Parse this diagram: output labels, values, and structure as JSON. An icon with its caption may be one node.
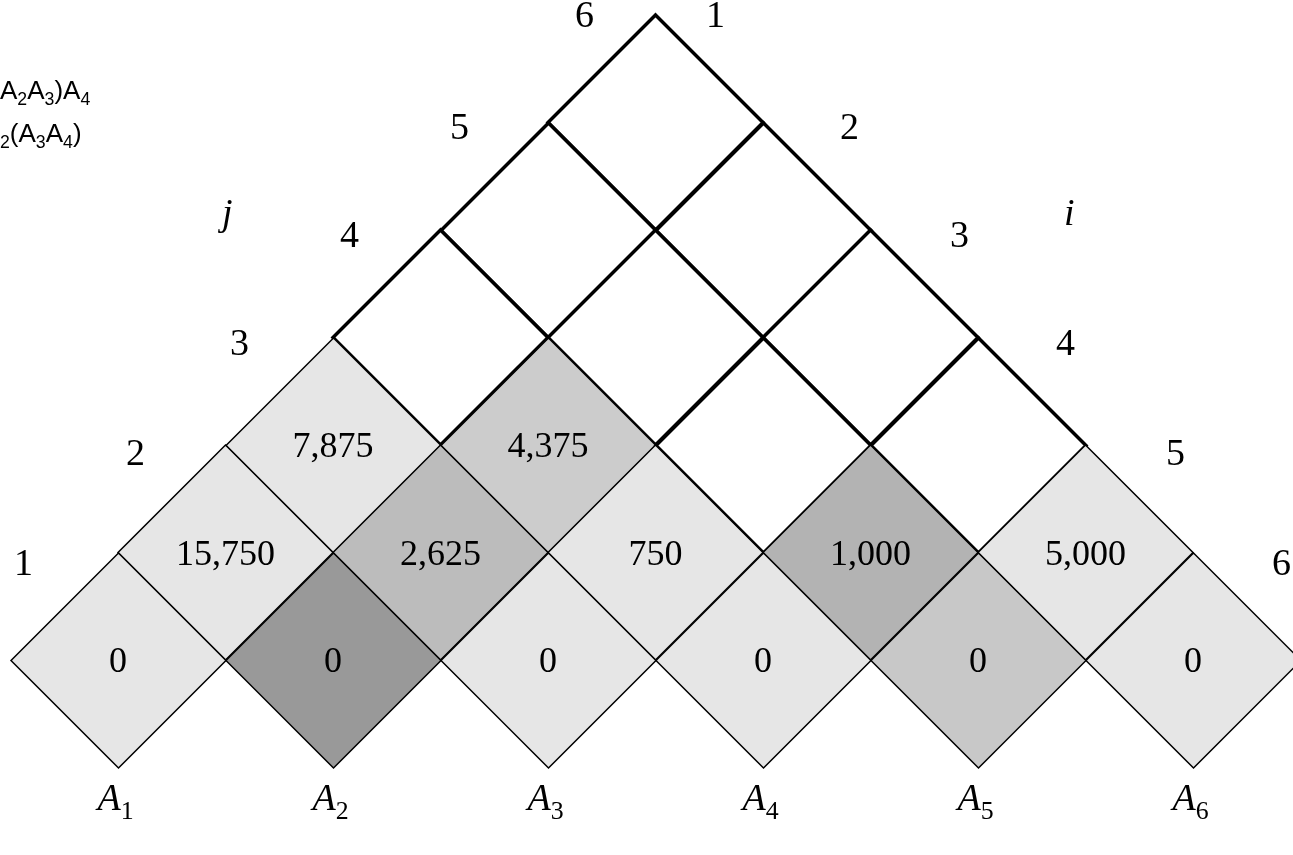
{
  "diagram": {
    "nodes": [
      {
        "text": [],
        "shape": "diamond"
      },
      {
        "text": [],
        "shape": "diamond"
      },
      {
        "text": [],
        "shape": "diamond"
      },
      {
        "text": [],
        "shape": "diamond"
      },
      {
        "text": [],
        "shape": "diamond"
      },
      {
        "text": [],
        "shape": "diamond"
      },
      {
        "text": [
          "7,875"
        ]
      },
      {
        "text": [
          "4,375"
        ]
      },
      {
        "text": [],
        "shape": "diamond"
      },
      {
        "text": [],
        "shape": "diamond"
      },
      {
        "text": [
          "15,750"
        ]
      },
      {
        "text": [
          "2,625"
        ]
      },
      {
        "text": [
          "750"
        ]
      },
      {
        "text": [
          "1,000"
        ]
      },
      {
        "text": [
          "5,000"
        ]
      },
      {
        "text": [
          "0"
        ],
        "beside": [
          "A$_{1}$"
        ]
      },
      {
        "text": [
          "0"
        ],
        "beside": [
          "A$_{2}$"
        ]
      },
      {
        "text": [
          "0"
        ],
        "beside": [
          "A$_{3}$"
        ]
      },
      {
        "text": [
          "0"
        ],
        "beside": [
          "A$_{4}$"
        ]
      },
      {
        "text": [
          "0"
        ],
        "beside": [
          "A$_{5}$"
        ]
      },
      {
        "text": [
          "0"
        ],
        "beside": [
          "A$_{6}$"
        ]
      }
    ],
    "edges": [],
    "labels": [
      "6",
      "1",
      "A$_{2}$A$_{3}$)A$_{4}$",
      "$_{2}$(A$_{3}$A$_{4}$)",
      "5",
      "2",
      "j",
      "i",
      "4",
      "3",
      "3",
      "4",
      "2",
      "5",
      "1",
      "6"
    ]
  }
}
